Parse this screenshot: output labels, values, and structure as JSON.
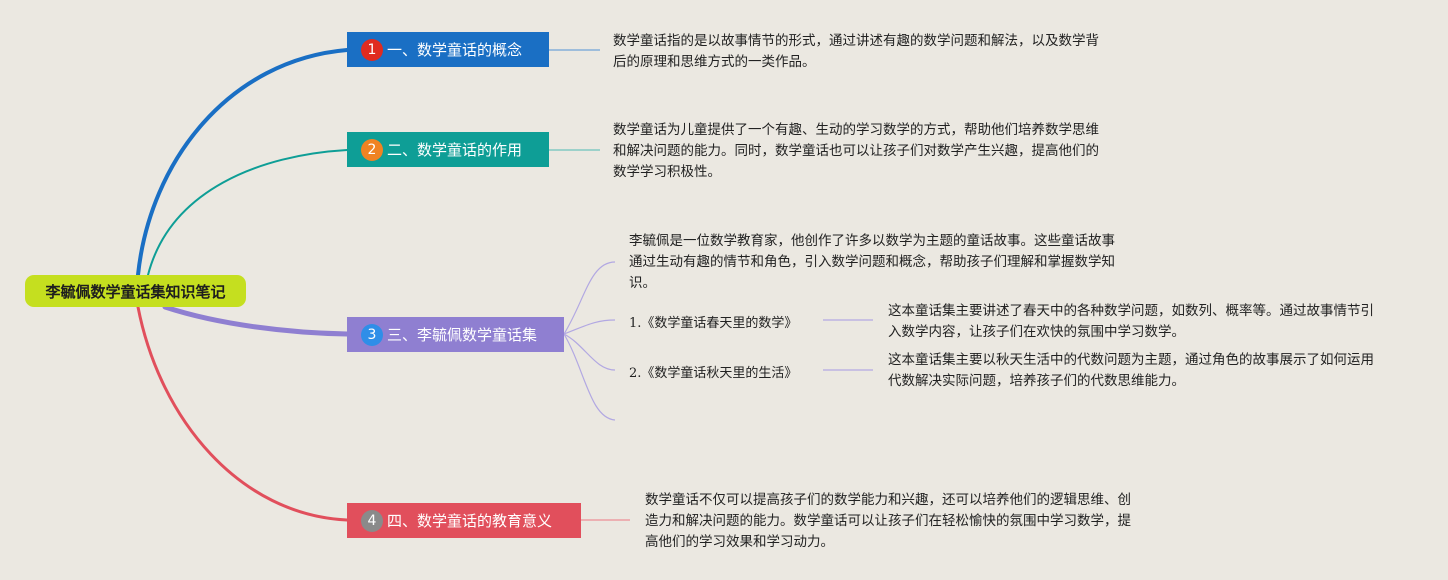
{
  "root": {
    "title": "李毓佩数学童话集知识笔记"
  },
  "branches": [
    {
      "number": "1",
      "label": "一、数学童话的概念",
      "color": "#1a6fc4",
      "badge_color": "#e02b20",
      "desc": "数学童话指的是以故事情节的形式，通过讲述有趣的数学问题和解法，以及数学背后的原理和思维方式的一类作品。"
    },
    {
      "number": "2",
      "label": "二、数学童话的作用",
      "color": "#0e9e96",
      "badge_color": "#f08322",
      "desc": "数学童话为儿童提供了一个有趣、生动的学习数学的方式，帮助他们培养数学思维和解决问题的能力。同时，数学童话也可以让孩子们对数学产生兴趣，提高他们的数学学习积极性。"
    },
    {
      "number": "3",
      "label": "三、李毓佩数学童话集",
      "color": "#8f7fd1",
      "badge_color": "#2f8ee8",
      "desc": "李毓佩是一位数学教育家，他创作了许多以数学为主题的童话故事。这些童话故事通过生动有趣的情节和角色，引入数学问题和概念，帮助孩子们理解和掌握数学知识。",
      "books": [
        {
          "title": "1.《数学童话春天里的数学》",
          "desc": "这本童话集主要讲述了春天中的各种数学问题，如数列、概率等。通过故事情节引入数学内容，让孩子们在欢快的氛围中学习数学。"
        },
        {
          "title": "2.《数学童话秋天里的生活》",
          "desc": "这本童话集主要以秋天生活中的代数问题为主题，通过角色的故事展示了如何运用代数解决实际问题，培养孩子们的代数思维能力。"
        }
      ]
    },
    {
      "number": "4",
      "label": "四、数学童话的教育意义",
      "color": "#e14f5c",
      "badge_color": "#8a8a8a",
      "desc": "数学童话不仅可以提高孩子们的数学能力和兴趣，还可以培养他们的逻辑思维、创造力和解决问题的能力。数学童话可以让孩子们在轻松愉快的氛围中学习数学，提高他们的学习效果和学习动力。"
    }
  ]
}
